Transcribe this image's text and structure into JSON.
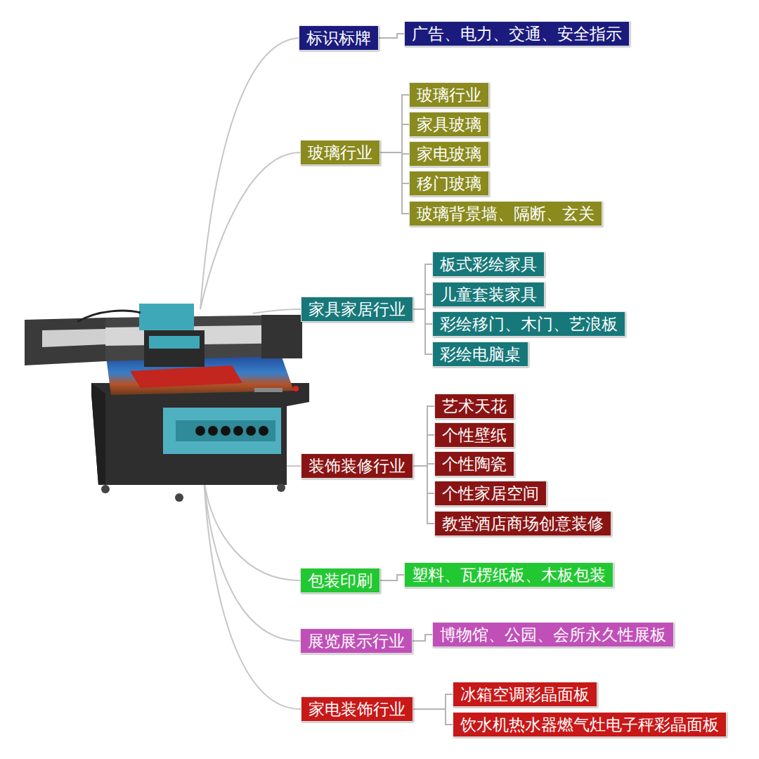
{
  "diagram": {
    "nodes": [
      {
        "text": [
          "标识标牌"
        ]
      },
      {
        "text": [
          "广告、电力、交通、安全指示"
        ]
      },
      {
        "text": [
          "玻璃行业"
        ]
      },
      {
        "text": [
          "玻璃行业"
        ]
      },
      {
        "text": [
          "家具玻璃"
        ]
      },
      {
        "text": [
          "家电玻璃"
        ]
      },
      {
        "text": [
          "移门玻璃"
        ]
      },
      {
        "text": [
          "玻璃背景墙、隔断、玄关"
        ]
      },
      {
        "text": [
          "家具家居行业"
        ]
      },
      {
        "text": [
          "板式彩绘家具"
        ]
      },
      {
        "text": [
          "儿童套装家具"
        ]
      },
      {
        "text": [
          "彩绘移门、木门、艺浪板"
        ]
      },
      {
        "text": [
          "彩绘电脑桌"
        ]
      },
      {
        "text": [
          "装饰装修行业"
        ]
      },
      {
        "text": [
          "艺术天花"
        ]
      },
      {
        "text": [
          "个性壁纸"
        ]
      },
      {
        "text": [
          "个性陶瓷"
        ]
      },
      {
        "text": [
          "个性家居空间"
        ]
      },
      {
        "text": [
          "教堂酒店商场创意装修"
        ]
      },
      {
        "text": [
          "包装印刷"
        ]
      },
      {
        "text": [
          "塑料、瓦楞纸板、木板包装"
        ]
      },
      {
        "text": [
          "展览展示行业"
        ]
      },
      {
        "text": [
          "博物馆、公园、会所永久性展板"
        ]
      },
      {
        "text": [
          "家电装饰行业"
        ]
      },
      {
        "text": [
          "冰箱空调彩晶面板"
        ]
      },
      {
        "text": [
          "饮水机热水器燃气灶电子秤彩晶面板"
        ]
      }
    ],
    "edges": [
      {
        "from": 0,
        "to": 1,
        "arrow": "none"
      },
      {
        "from": 2,
        "to": 3,
        "arrow": "none"
      },
      {
        "from": 2,
        "to": 4,
        "arrow": "none"
      },
      {
        "from": 2,
        "to": 5,
        "arrow": "none"
      },
      {
        "from": 2,
        "to": 6,
        "arrow": "none"
      },
      {
        "from": 2,
        "to": 7,
        "arrow": "none"
      },
      {
        "from": 8,
        "to": 9,
        "arrow": "none"
      },
      {
        "from": 8,
        "to": 10,
        "arrow": "none"
      },
      {
        "from": 8,
        "to": 11,
        "arrow": "none"
      },
      {
        "from": 8,
        "to": 12,
        "arrow": "none"
      },
      {
        "from": 13,
        "to": 14,
        "arrow": "none"
      },
      {
        "from": 13,
        "to": 15,
        "arrow": "none"
      },
      {
        "from": 13,
        "to": 16,
        "arrow": "none"
      },
      {
        "from": 13,
        "to": 17,
        "arrow": "none"
      },
      {
        "from": 13,
        "to": 18,
        "arrow": "none"
      },
      {
        "from": 19,
        "to": 20,
        "arrow": "none"
      },
      {
        "from": 21,
        "to": 22,
        "arrow": "none"
      },
      {
        "from": 23,
        "to": 24,
        "arrow": "none"
      },
      {
        "from": 23,
        "to": 25,
        "arrow": "none"
      }
    ]
  }
}
